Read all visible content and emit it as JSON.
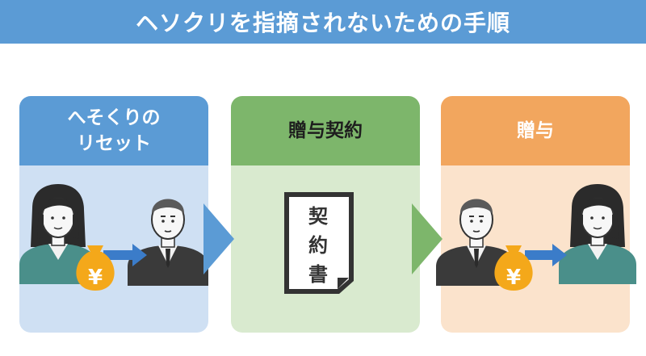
{
  "title": "ヘソクリを指摘されないための手順",
  "steps": [
    {
      "label": "へそくりの\nリセット"
    },
    {
      "label": "贈与契約"
    },
    {
      "label": "贈与"
    }
  ],
  "document": {
    "chars": [
      "契",
      "約",
      "書"
    ]
  },
  "money_bag": {
    "symbol": "¥"
  },
  "colors": {
    "title_bar": "#5b9bd5",
    "step1_head": "#5b9bd5",
    "step1_body": "#cfe0f3",
    "step2_head": "#7db66b",
    "step2_body": "#d9eacf",
    "step3_head": "#f2a65e",
    "step3_body": "#fbe3cc",
    "money_bag": "#f4a81a",
    "transfer_arrow": "#3b7cc9"
  }
}
